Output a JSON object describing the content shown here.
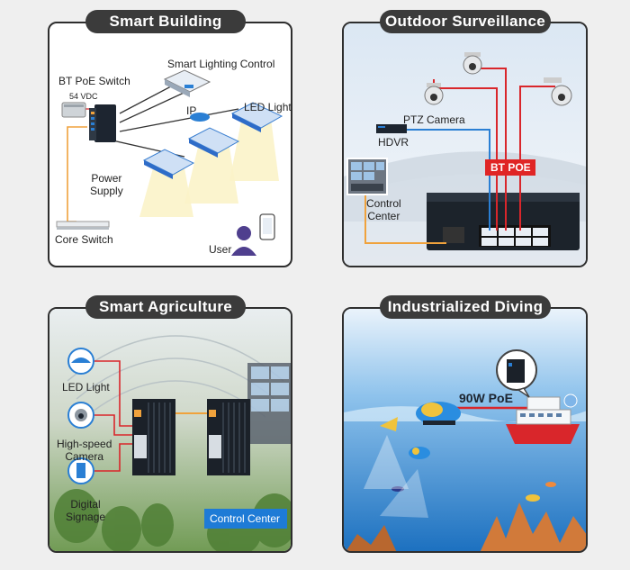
{
  "panels": {
    "smart_building": {
      "title": "Smart Building",
      "labels": {
        "bt_poe_switch": "BT PoE Switch",
        "vdc": "54 VDC",
        "smart_lighting_control": "Smart Lighting Control",
        "ip": "IP",
        "led_light": "LED Light",
        "power_supply_1": "Power",
        "power_supply_2": "Supply",
        "core_switch": "Core Switch",
        "user": "User"
      }
    },
    "outdoor_surveillance": {
      "title": "Outdoor Surveillance",
      "labels": {
        "ptz_camera": "PTZ Camera",
        "hdvr": "HDVR",
        "bt_poe": "BT POE",
        "control_center_1": "Control",
        "control_center_2": "Center"
      }
    },
    "smart_agriculture": {
      "title": "Smart Agriculture",
      "labels": {
        "led_light": "LED Light",
        "camera_1": "High-speed",
        "camera_2": "Camera",
        "signage_1": "Digital",
        "signage_2": "Signage",
        "control_center": "Control Center"
      }
    },
    "industrialized_diving": {
      "title": "Industrialized Diving",
      "labels": {
        "poe": "90W PoE"
      }
    }
  },
  "colors": {
    "title_bg": "#3b3b3b",
    "red_line": "#d9262b",
    "blue_line": "#2a7fd4",
    "orange_line": "#f0a23c",
    "bt_poe_bg": "#e02525"
  }
}
